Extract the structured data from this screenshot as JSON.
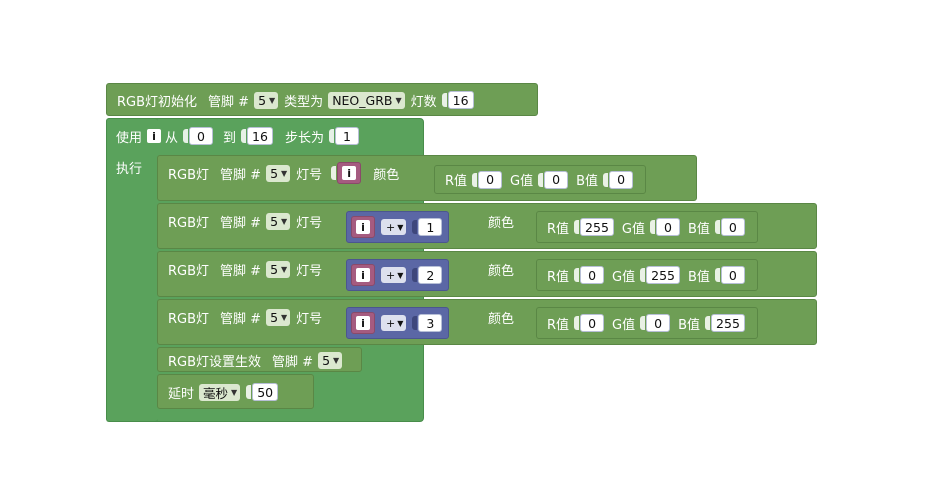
{
  "init": {
    "label": "RGB灯初始化",
    "pin_label": "管脚 #",
    "pin": "5",
    "type_label": "类型为",
    "type": "NEO_GRB",
    "count_label": "灯数",
    "count": "16"
  },
  "loop": {
    "use_label": "使用",
    "var": "i",
    "from_label": "从",
    "from": "0",
    "to_label": "到",
    "to": "16",
    "step_label": "步长为",
    "step": "1",
    "do_label": "执行"
  },
  "rows": [
    {
      "label": "RGB灯",
      "pin_label": "管脚 #",
      "pin": "5",
      "idx_label": "灯号",
      "color_label": "颜色",
      "r_label": "R值",
      "r": "0",
      "g_label": "G值",
      "g": "0",
      "b_label": "B值",
      "b": "0"
    },
    {
      "label": "RGB灯",
      "pin_label": "管脚 #",
      "pin": "5",
      "idx_label": "灯号",
      "op": "+",
      "operand": "1",
      "color_label": "颜色",
      "r_label": "R值",
      "r": "255",
      "g_label": "G值",
      "g": "0",
      "b_label": "B值",
      "b": "0"
    },
    {
      "label": "RGB灯",
      "pin_label": "管脚 #",
      "pin": "5",
      "idx_label": "灯号",
      "op": "+",
      "operand": "2",
      "color_label": "颜色",
      "r_label": "R值",
      "r": "0",
      "g_label": "G值",
      "g": "255",
      "b_label": "B值",
      "b": "0"
    },
    {
      "label": "RGB灯",
      "pin_label": "管脚 #",
      "pin": "5",
      "idx_label": "灯号",
      "op": "+",
      "operand": "3",
      "color_label": "颜色",
      "r_label": "R值",
      "r": "0",
      "g_label": "G值",
      "g": "0",
      "b_label": "B值",
      "b": "255"
    }
  ],
  "apply": {
    "label": "RGB灯设置生效",
    "pin_label": "管脚 #",
    "pin": "5"
  },
  "delay": {
    "label": "延时",
    "unit": "毫秒",
    "value": "50"
  }
}
